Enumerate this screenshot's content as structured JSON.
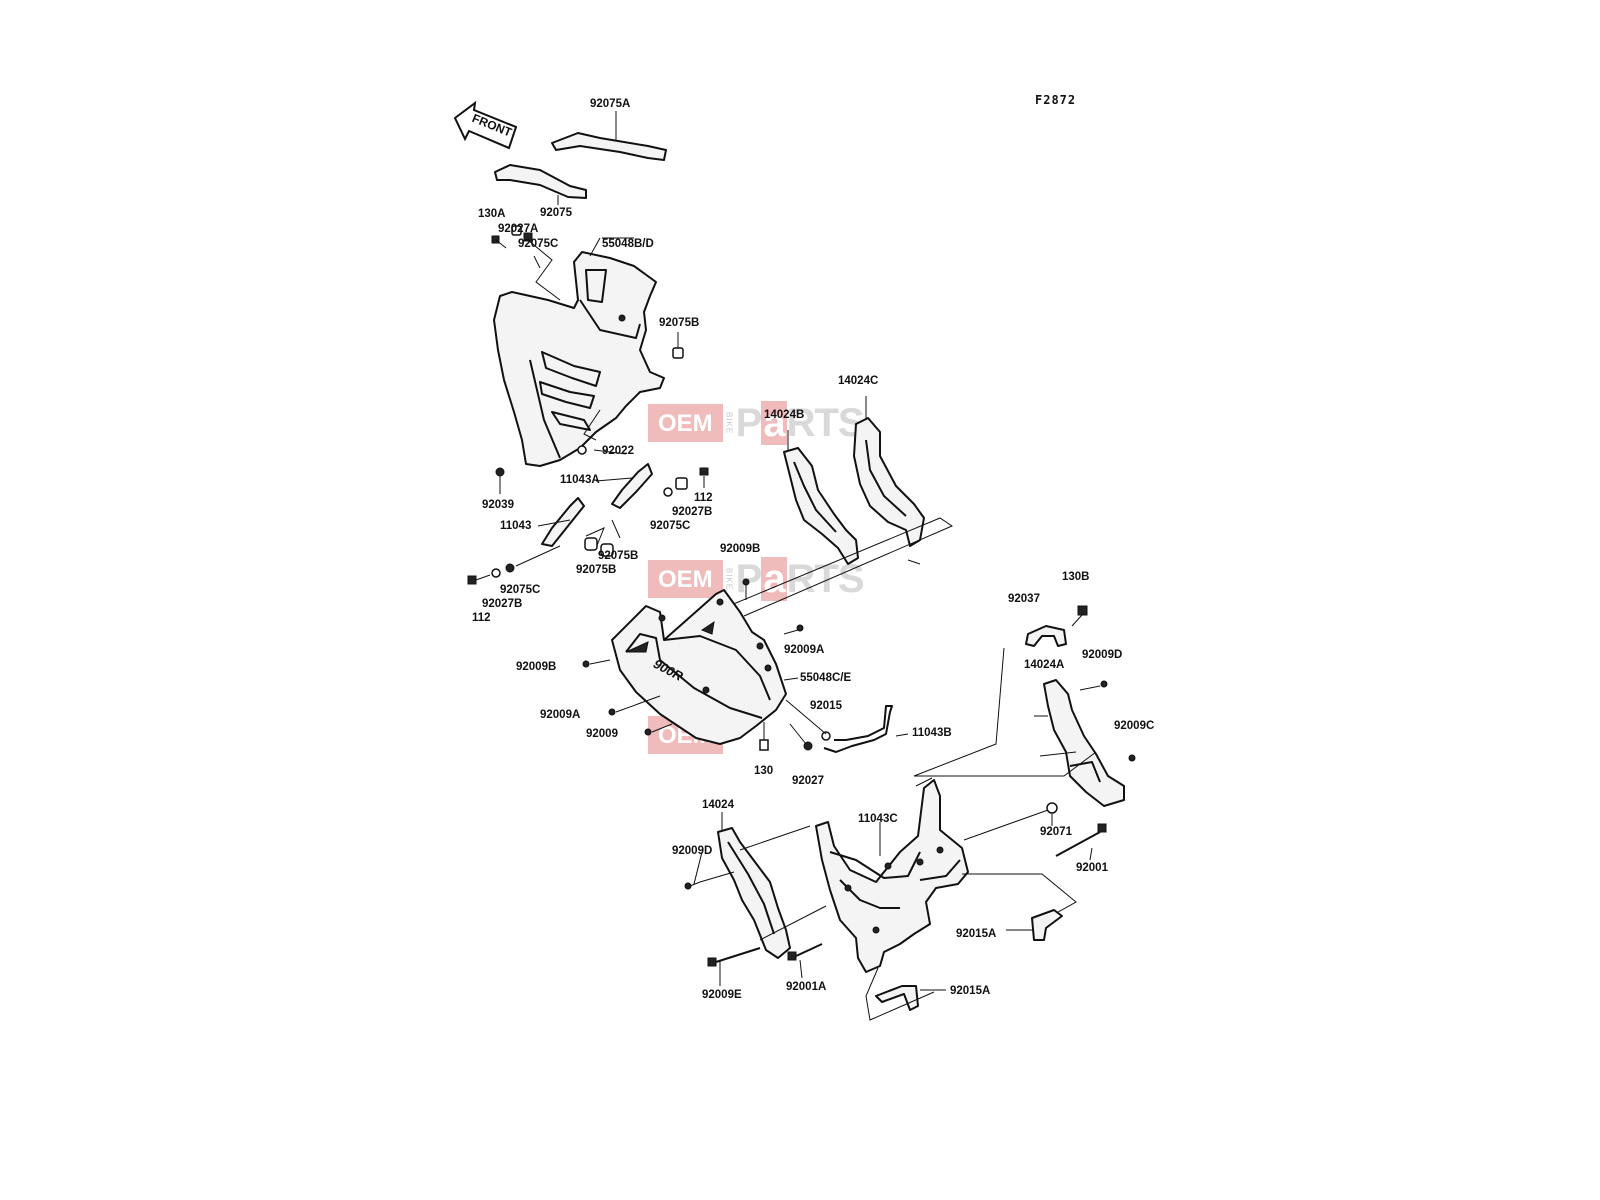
{
  "diagram_code": "F2872",
  "front_arrow": "FRONT",
  "watermark": {
    "oem": "OEM",
    "bike": "BIKE",
    "parts_pre": "P",
    "parts_hl": "a",
    "parts_post": "RTS"
  },
  "cowl_mark": "900R",
  "labels": {
    "p92075A": "92075A",
    "p92075": "92075",
    "p130A": "130A",
    "p92027A": "92027A",
    "p92075C_1": "92075C",
    "p55048BD": "55048B/D",
    "p92075B_1": "92075B",
    "p92022": "92022",
    "p92039": "92039",
    "p11043A": "11043A",
    "p112_1": "112",
    "p92027B_1": "92027B",
    "p92075C_2": "92075C",
    "p11043": "11043",
    "p92075B_2": "92075B",
    "p92075B_3": "92075B",
    "p92075C_3": "92075C",
    "p92027B_2": "92027B",
    "p112_2": "112",
    "p14024C": "14024C",
    "p14024B": "14024B",
    "p92009B_1": "92009B",
    "p92009A_1": "92009A",
    "p92009B_2": "92009B",
    "p55048CE": "55048C/E",
    "p92009A_2": "92009A",
    "p92015": "92015",
    "p92009": "92009",
    "p11043B": "11043B",
    "p130": "130",
    "p92027": "92027",
    "p130B": "130B",
    "p92037": "92037",
    "p14024A": "14024A",
    "p92009D_1": "92009D",
    "p92009C": "92009C",
    "p92071": "92071",
    "p92001": "92001",
    "p14024": "14024",
    "p11043C": "11043C",
    "p92009D_2": "92009D",
    "p92015A_1": "92015A",
    "p92009E": "92009E",
    "p92001A": "92001A",
    "p92015A_2": "92015A"
  }
}
